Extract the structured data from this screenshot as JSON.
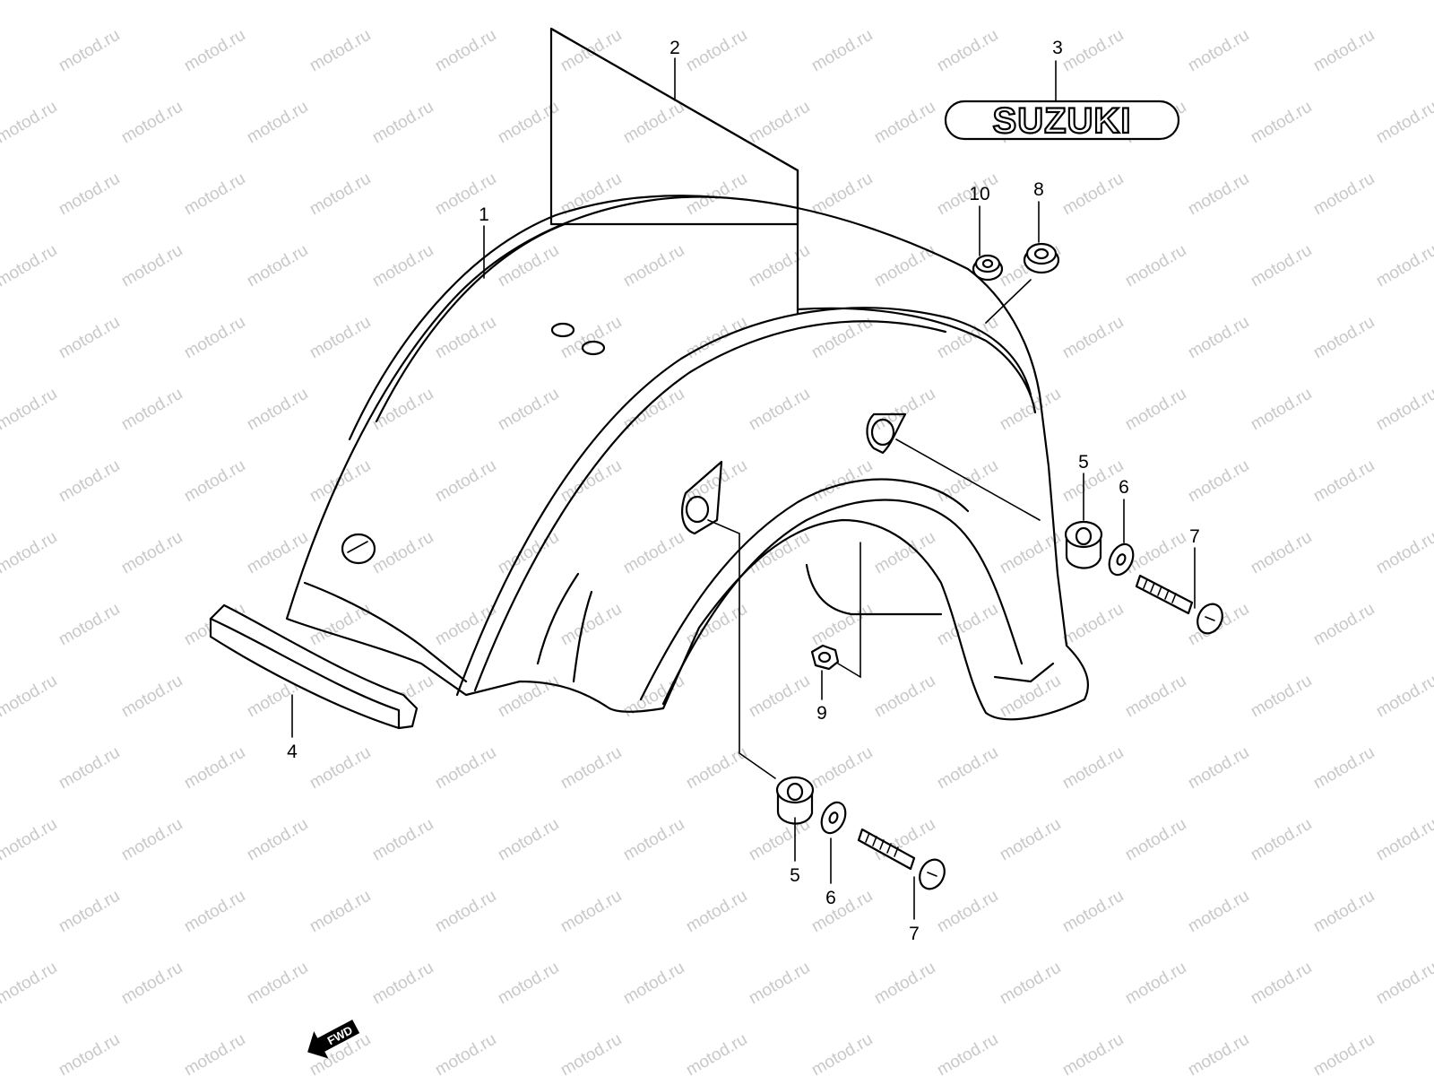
{
  "watermark": {
    "text": "motod.ru"
  },
  "logo": {
    "text": "SUZUKI"
  },
  "direction_arrow": {
    "text": "FWD"
  },
  "callouts": [
    {
      "id": "c1",
      "label": "1"
    },
    {
      "id": "c2",
      "label": "2"
    },
    {
      "id": "c3",
      "label": "3"
    },
    {
      "id": "c4",
      "label": "4"
    },
    {
      "id": "c5a",
      "label": "5"
    },
    {
      "id": "c6a",
      "label": "6"
    },
    {
      "id": "c7a",
      "label": "7"
    },
    {
      "id": "c8",
      "label": "8"
    },
    {
      "id": "c9",
      "label": "9"
    },
    {
      "id": "c10",
      "label": "10"
    },
    {
      "id": "c5b",
      "label": "5"
    },
    {
      "id": "c6b",
      "label": "6"
    },
    {
      "id": "c7b",
      "label": "7"
    }
  ]
}
